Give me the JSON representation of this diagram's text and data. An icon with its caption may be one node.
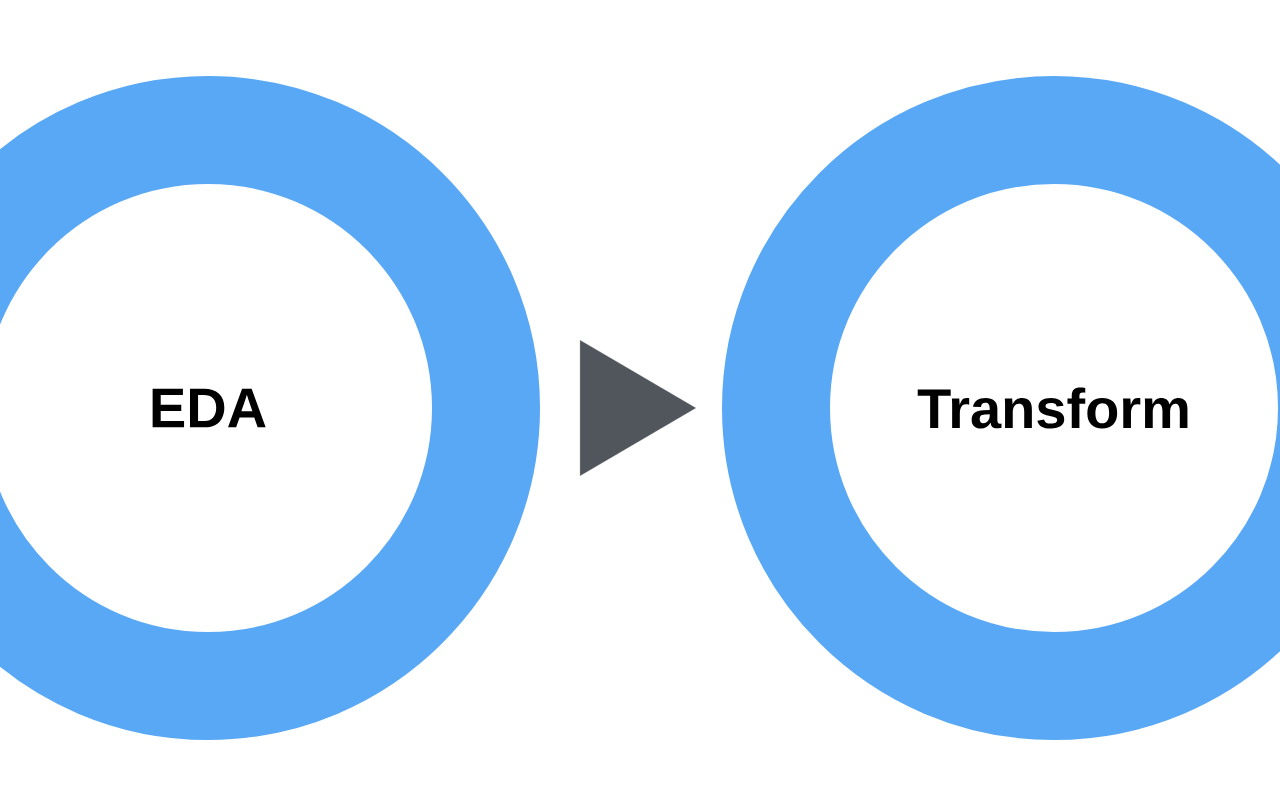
{
  "diagram": {
    "nodes": [
      {
        "text": [
          "EDA"
        ]
      },
      {
        "text": [
          "Transform"
        ]
      }
    ],
    "edges": [
      {
        "from": 0,
        "to": 1,
        "arrow": "to"
      }
    ]
  }
}
